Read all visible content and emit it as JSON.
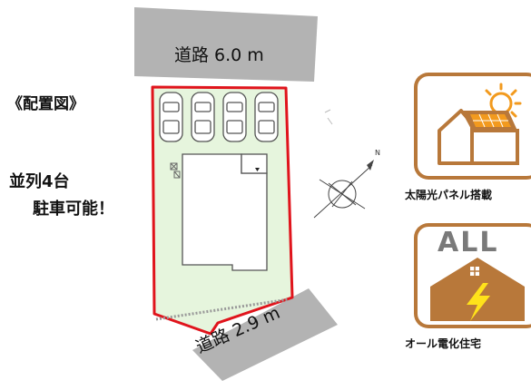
{
  "title": "《配置図》",
  "parking_text": {
    "line1": "並列4台",
    "line2": "駐車可能！"
  },
  "roads": {
    "north": "道路 6.0 m",
    "south": "道路 2.9 m"
  },
  "badges": {
    "solar": {
      "caption": "太陽光パネル搭載",
      "icon": "solar-house-icon"
    },
    "all_electric": {
      "caption": "オール電化住宅",
      "icon": "all-electric-house-icon",
      "label": "ALL"
    }
  },
  "compass": {
    "label": "N"
  },
  "colors": {
    "road": "#b3b3b3",
    "lot_fill": "#e6f5dd",
    "lot_border": "#e0141c",
    "badge_brown": "#b8783a",
    "sun_orange": "#f29a1e",
    "bolt_yellow": "#ffe21a"
  }
}
